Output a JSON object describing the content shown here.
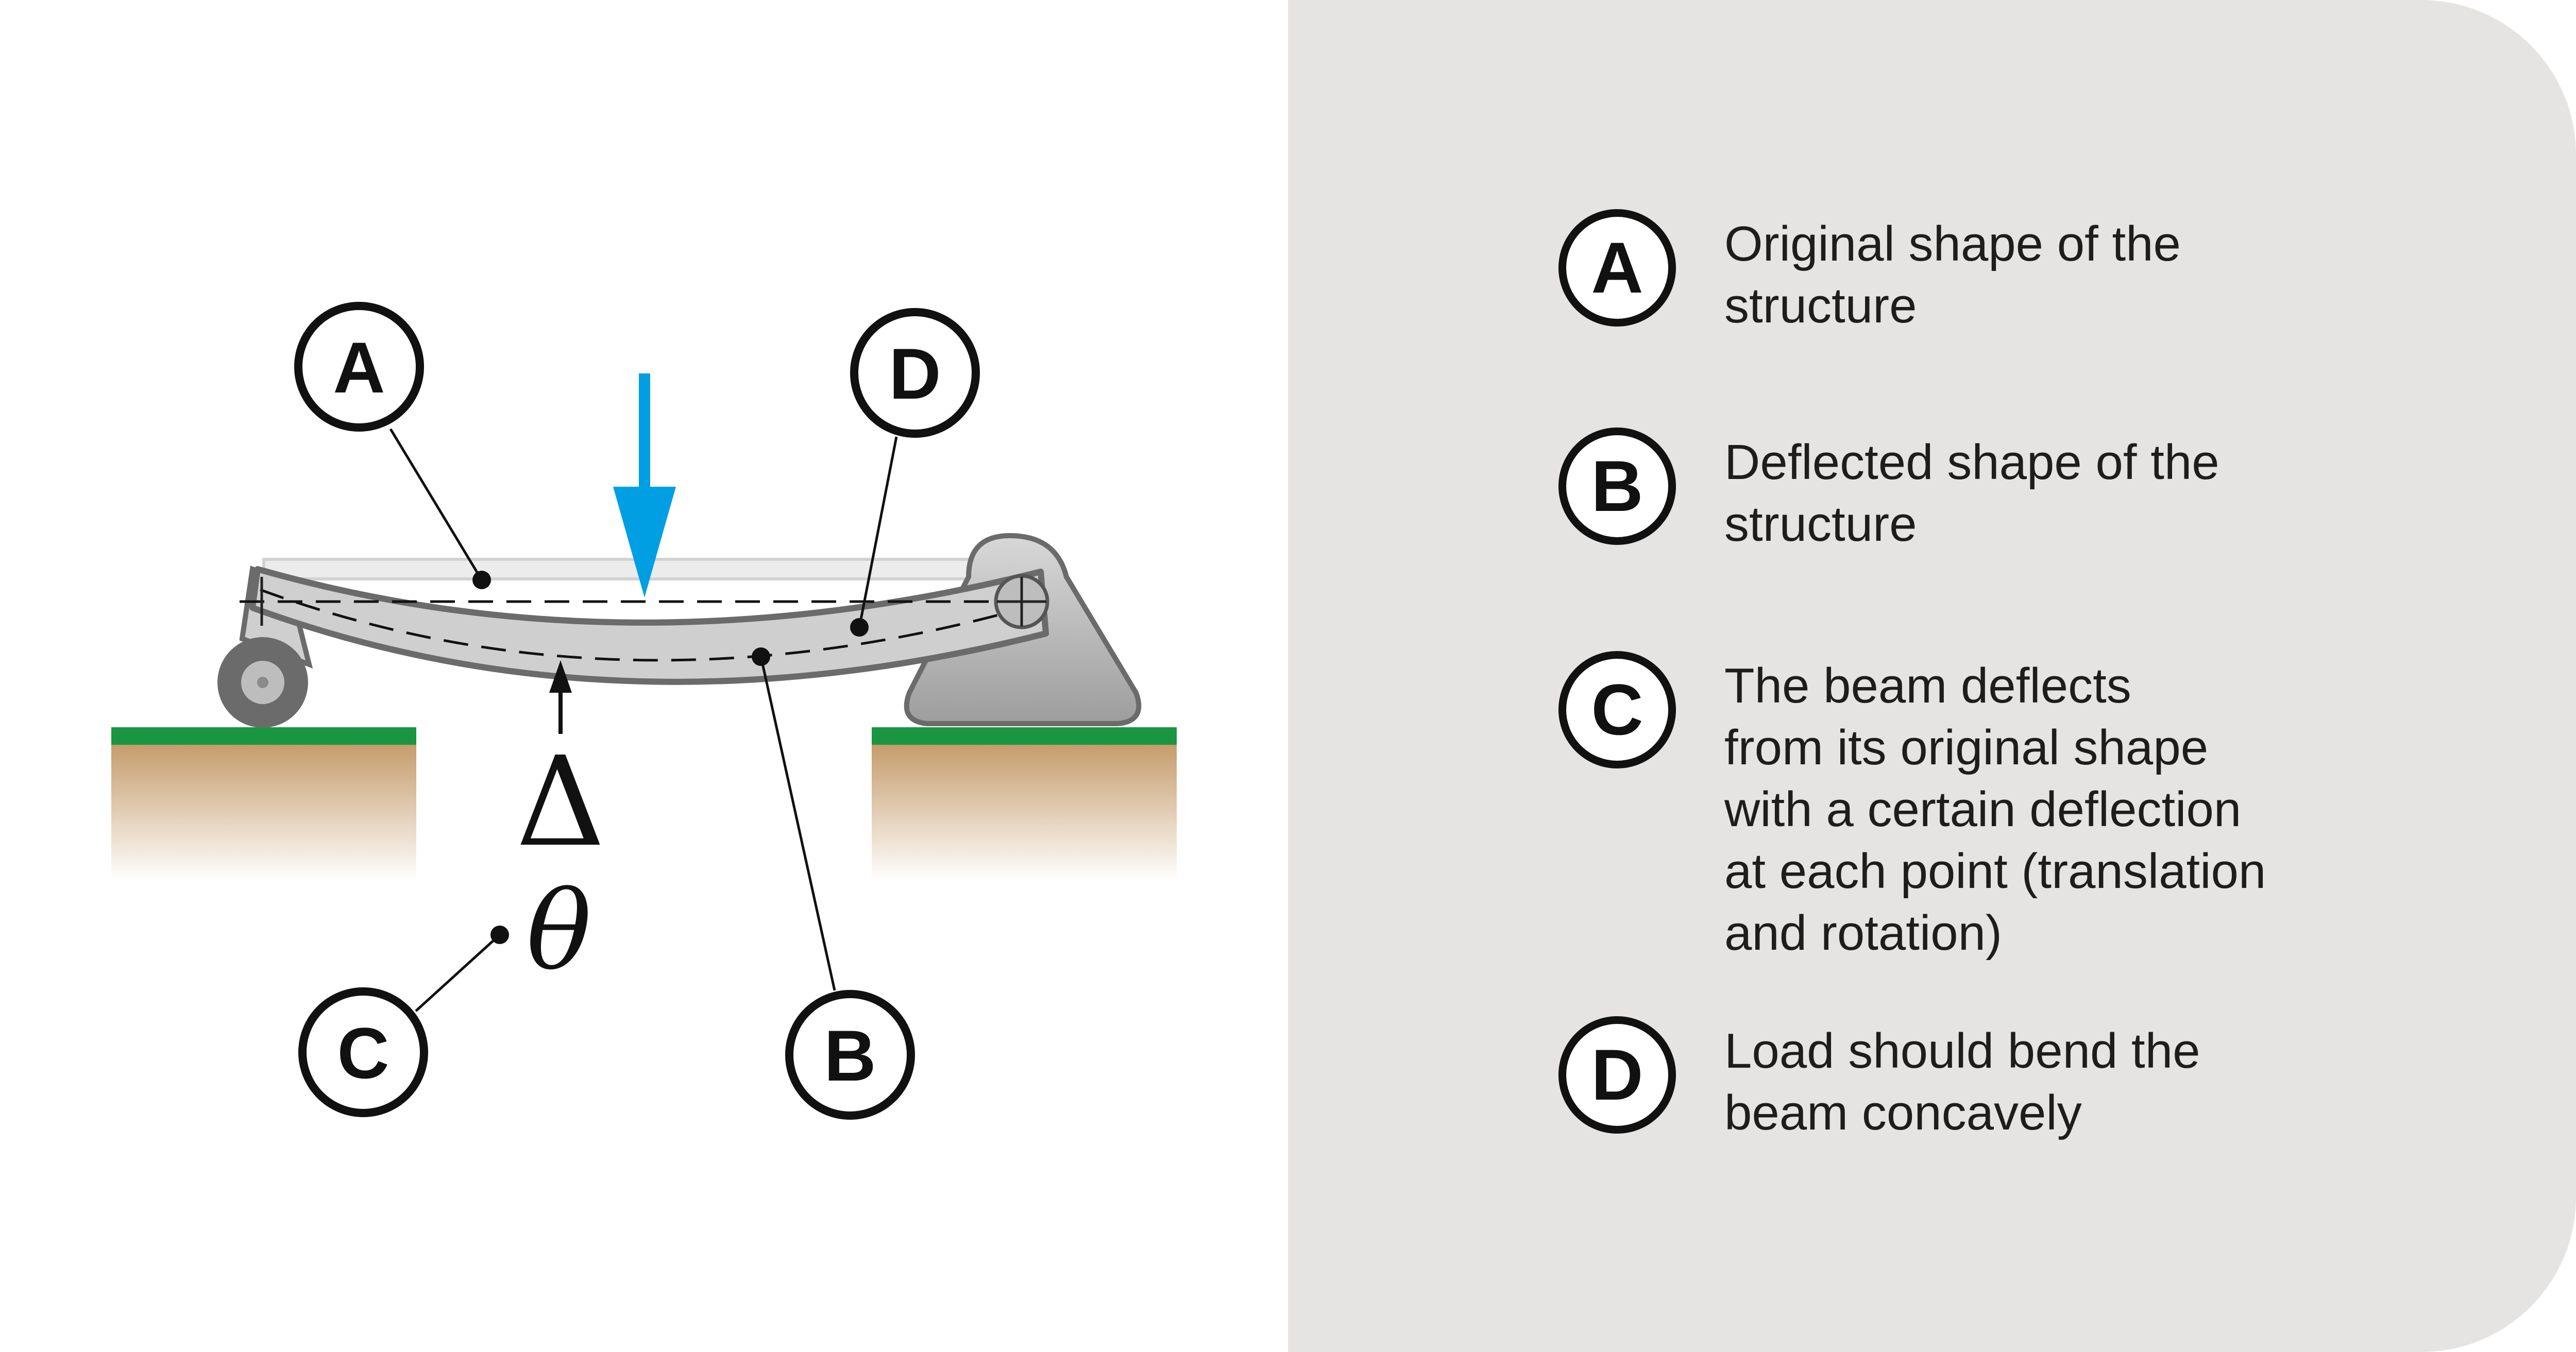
{
  "callouts": {
    "a": "A",
    "b": "B",
    "c": "C",
    "d": "D"
  },
  "symbols": {
    "deflection": "Δ",
    "rotation": "θ"
  },
  "legend": [
    {
      "letter": "A",
      "text": "Original shape of the\nstructure"
    },
    {
      "letter": "B",
      "text": "Deflected shape of the\nstructure"
    },
    {
      "letter": "C",
      "text": "The beam deflects\nfrom its original shape\nwith a certain deflection\nat each point (translation\nand rotation)"
    },
    {
      "letter": "D",
      "text": "Load should bend the\nbeam concavely"
    }
  ],
  "colors": {
    "load_arrow": "#009fe3",
    "ground_grass": "#1a9640",
    "ground_soil": "#c49a68",
    "panel_background": "#e5e4e2"
  }
}
